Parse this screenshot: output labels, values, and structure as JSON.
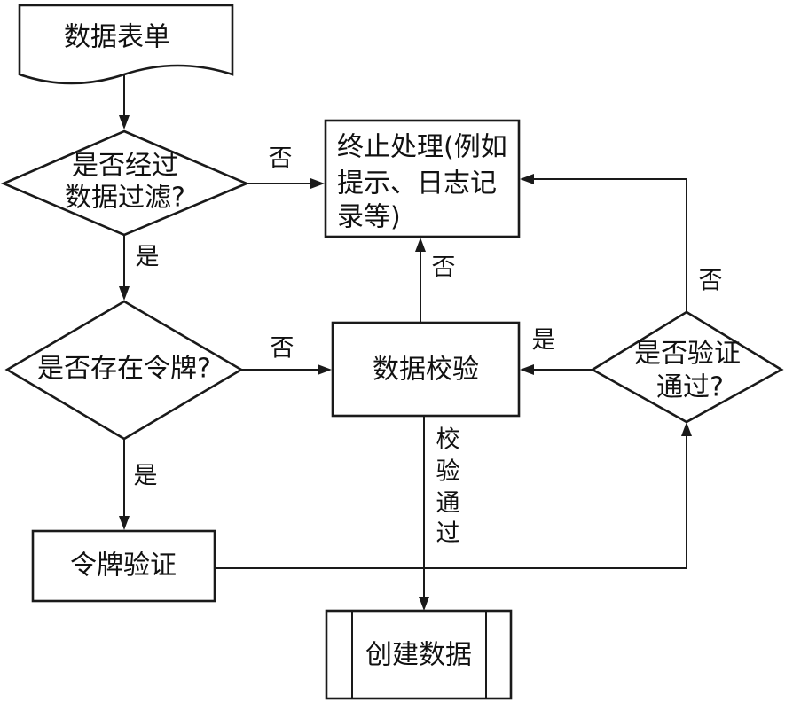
{
  "nodes": {
    "form": "数据表单",
    "filter_q": [
      "是否经过",
      "数据过滤?"
    ],
    "terminate": [
      "终止处理(例如",
      "提示、日志记",
      "录等)"
    ],
    "token_q": "是否存在令牌?",
    "validate": "数据校验",
    "verify_q": [
      "是否验证",
      "通过?"
    ],
    "token_verify": "令牌验证",
    "create": "创建数据"
  },
  "edges": {
    "filter_no": "否",
    "filter_yes": "是",
    "token_no": "否",
    "token_yes": "是",
    "validate_no": "否",
    "validate_pass": [
      "校",
      "验",
      "通",
      "过"
    ],
    "verify_yes": "是",
    "verify_no": "否"
  }
}
